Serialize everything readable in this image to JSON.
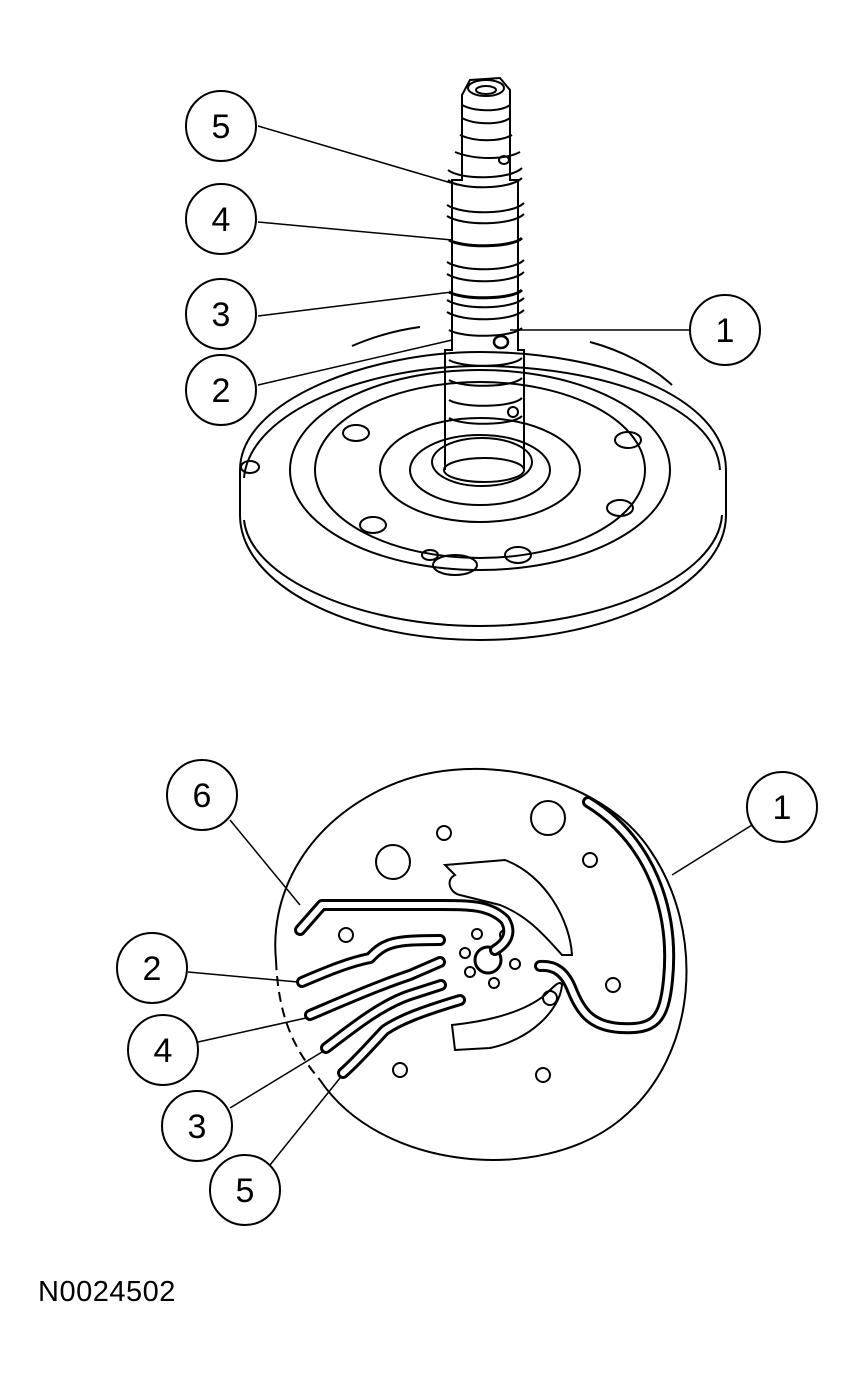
{
  "figure_code": "N0024502",
  "top_view": {
    "callouts": [
      {
        "id": "top-callout-5",
        "label": "5"
      },
      {
        "id": "top-callout-4",
        "label": "4"
      },
      {
        "id": "top-callout-3",
        "label": "3"
      },
      {
        "id": "top-callout-1",
        "label": "1"
      },
      {
        "id": "top-callout-2",
        "label": "2"
      }
    ]
  },
  "bottom_view": {
    "callouts": [
      {
        "id": "bottom-callout-6",
        "label": "6"
      },
      {
        "id": "bottom-callout-1",
        "label": "1"
      },
      {
        "id": "bottom-callout-2",
        "label": "2"
      },
      {
        "id": "bottom-callout-4",
        "label": "4"
      },
      {
        "id": "bottom-callout-3",
        "label": "3"
      },
      {
        "id": "bottom-callout-5",
        "label": "5"
      }
    ]
  }
}
